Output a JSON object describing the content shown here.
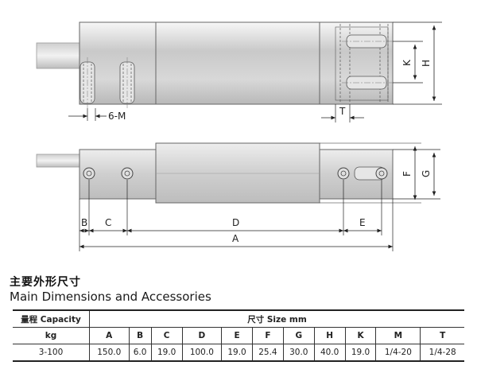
{
  "drawing": {
    "labels": {
      "m_thread": "6-M",
      "T": "T",
      "K": "K",
      "H": "H",
      "F": "F",
      "G": "G",
      "B": "B",
      "C": "C",
      "D": "D",
      "E": "E",
      "A": "A"
    }
  },
  "heading": {
    "chinese": "主要外形尺寸",
    "english": "Main Dimensions and Accessories"
  },
  "table": {
    "capacity_header": "量程 Capacity",
    "size_header": "尺寸 Size mm",
    "unit_label": "kg",
    "columns": [
      "A",
      "B",
      "C",
      "D",
      "E",
      "F",
      "G",
      "H",
      "K",
      "M",
      "T"
    ],
    "rows": [
      {
        "capacity": "3-100",
        "values": [
          "150.0",
          "6.0",
          "19.0",
          "100.0",
          "19.0",
          "25.4",
          "30.0",
          "40.0",
          "19.0",
          "1/4-20",
          "1/4-28"
        ]
      }
    ]
  }
}
